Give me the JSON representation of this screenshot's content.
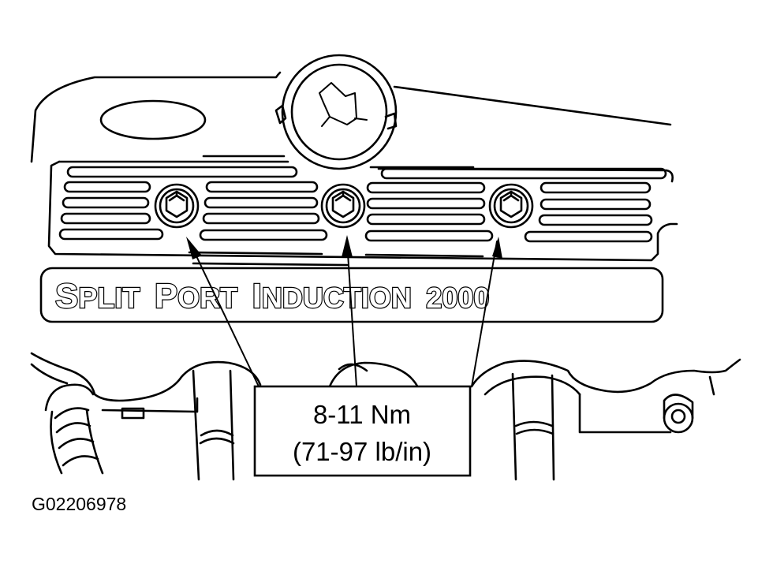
{
  "emblem": {
    "word1_initial": "S",
    "word1_rest": "PLIT",
    "word2_initial": "P",
    "word2_rest": "ORT",
    "word3_initial": "I",
    "word3_rest": "NDUCTION",
    "number": "2000"
  },
  "callout": {
    "torque_metric": "8-11 Nm",
    "torque_imperial": "(71-97 lb/in)"
  },
  "figure_id": "G02206978"
}
